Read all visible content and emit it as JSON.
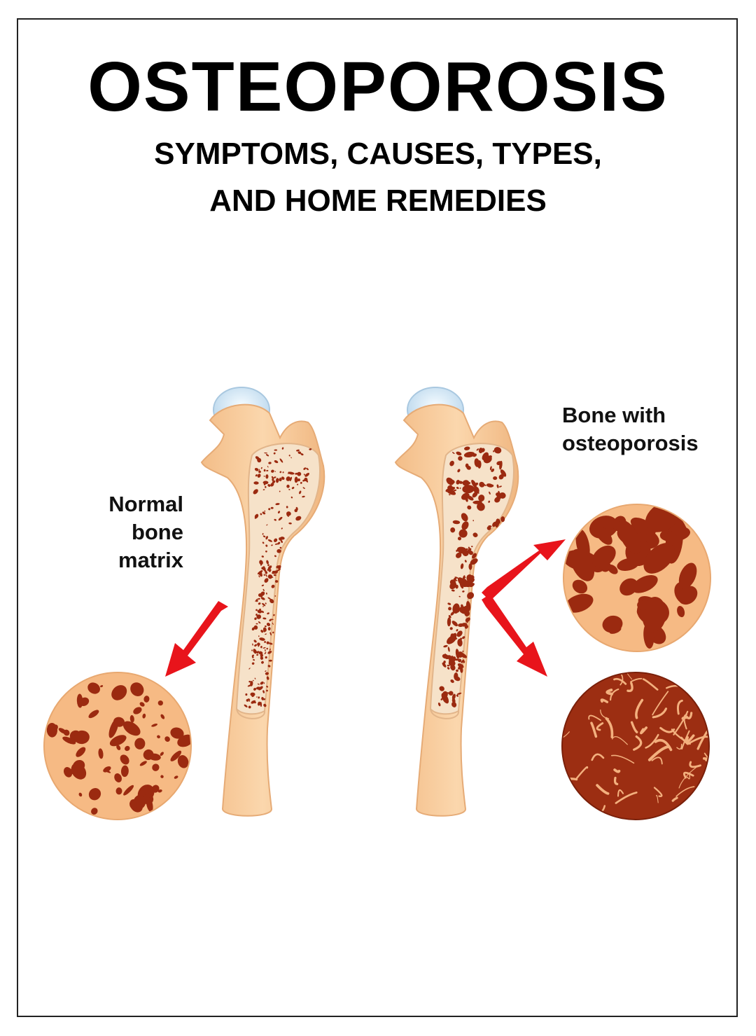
{
  "header": {
    "title": "OSTEOPOROSIS",
    "subtitle_line1": "SYMPTOMS, CAUSES, TYPES,",
    "subtitle_line2": "AND HOME REMEDIES"
  },
  "labels": {
    "normal": [
      "Normal",
      "bone",
      "matrix"
    ],
    "osteoporosis": [
      "Bone with",
      "osteoporosis"
    ]
  },
  "colors": {
    "bone": "#f7c99a",
    "bone_edge": "#e9b07e",
    "marrow": "#f4dcc0",
    "pore": "#9b2a10",
    "arrow": "#e8141b",
    "cartilage": "#cfe3f2"
  }
}
